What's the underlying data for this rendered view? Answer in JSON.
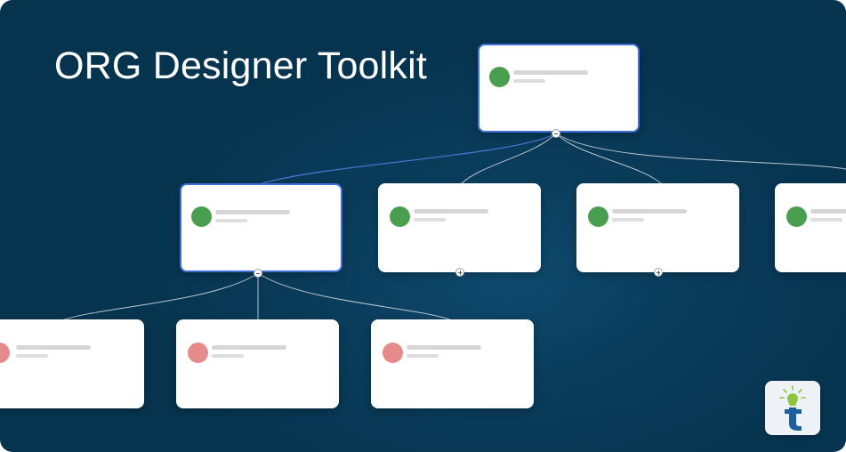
{
  "title": "ORG Designer Toolkit",
  "colors": {
    "background": "#06344f",
    "card": "#ffffff",
    "selected_border": "#3f6fd8",
    "avatar_manager": "#4a9e4f",
    "avatar_member": "#e58b8b",
    "connector": "#b9c4cf",
    "connector_highlight": "#4a78d4"
  },
  "nodes": [
    {
      "id": "root",
      "level": 0,
      "avatar": "green",
      "selected": true,
      "toggle": "collapse"
    },
    {
      "id": "manager-1",
      "level": 1,
      "avatar": "green",
      "selected": true,
      "toggle": "collapse"
    },
    {
      "id": "manager-2",
      "level": 1,
      "avatar": "green",
      "selected": false,
      "toggle": "expand"
    },
    {
      "id": "manager-3",
      "level": 1,
      "avatar": "green",
      "selected": false,
      "toggle": "expand"
    },
    {
      "id": "manager-4",
      "level": 1,
      "avatar": "green",
      "selected": false,
      "toggle": "none"
    },
    {
      "id": "member-1",
      "level": 2,
      "avatar": "pink",
      "selected": false,
      "toggle": "none"
    },
    {
      "id": "member-2",
      "level": 2,
      "avatar": "pink",
      "selected": false,
      "toggle": "none"
    },
    {
      "id": "member-3",
      "level": 2,
      "avatar": "pink",
      "selected": false,
      "toggle": "none"
    }
  ],
  "edges": [
    {
      "from": "root",
      "to": "manager-1",
      "highlighted": true
    },
    {
      "from": "root",
      "to": "manager-2",
      "highlighted": false
    },
    {
      "from": "root",
      "to": "manager-3",
      "highlighted": false
    },
    {
      "from": "root",
      "to": "manager-4",
      "highlighted": false
    },
    {
      "from": "manager-1",
      "to": "member-1",
      "highlighted": false
    },
    {
      "from": "manager-1",
      "to": "member-2",
      "highlighted": false
    },
    {
      "from": "manager-1",
      "to": "member-3",
      "highlighted": false
    }
  ],
  "logo": {
    "icon": "t-lightbulb-logo-icon"
  }
}
